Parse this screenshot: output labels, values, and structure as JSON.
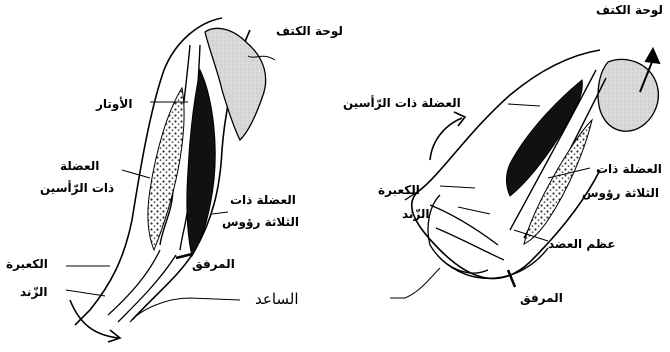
{
  "left_arm": {
    "shoulder_blade": "لوحة الكتف",
    "tendons": "الأوتار",
    "biceps_line1": "العضلة",
    "biceps_line2": "ذات الرّأسين",
    "triceps_line1": "العضلة ذات",
    "triceps_line2": "الثلاثة رؤوس",
    "elbow": "المرفق",
    "radius": "الكعبرة",
    "ulna": "الزّند"
  },
  "right_arm": {
    "shoulder_blade": "لوحة الكتف",
    "biceps": "العضلة ذات الرّأسين",
    "radius": "الكعبرة",
    "ulna": "الزّند",
    "triceps_line1": "العضلة ذات",
    "triceps_line2": "الثلاثة رؤوس",
    "humerus": "عظم العضد",
    "elbow": "المرفق"
  },
  "forearm": "الساعد"
}
